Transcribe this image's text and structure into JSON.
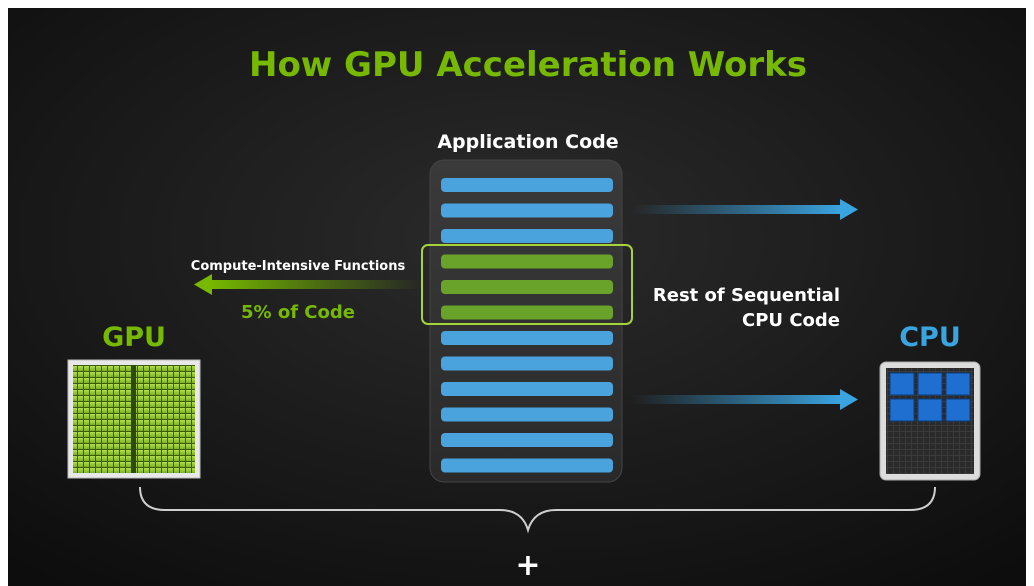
{
  "title": "How GPU Acceleration Works",
  "app_code_label": "Application Code",
  "gpu_label": "GPU",
  "cpu_label": "CPU",
  "compute_label": "Compute-Intensive Functions",
  "percent_label": "5% of Code",
  "rest_label_line1": "Rest of Sequential",
  "rest_label_line2": "CPU Code",
  "plus_symbol": "+",
  "colors": {
    "accent_green": "#76b900",
    "accent_blue": "#3aa4e0",
    "bar_blue": "#4aa3dc",
    "bar_green": "#6aa32a",
    "background": "#1a1a1a"
  },
  "code_bars": [
    "cpu",
    "cpu",
    "cpu",
    "gpu",
    "gpu",
    "gpu",
    "cpu",
    "cpu",
    "cpu",
    "cpu",
    "cpu",
    "cpu"
  ]
}
